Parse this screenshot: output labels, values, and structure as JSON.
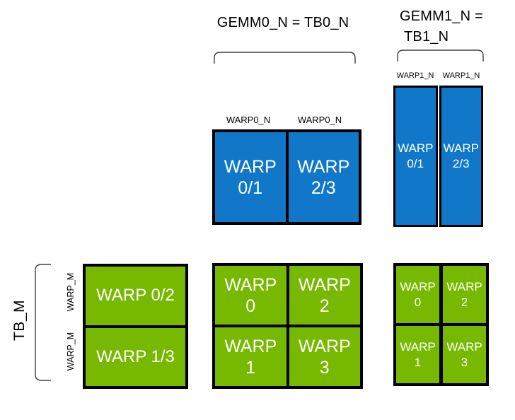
{
  "diagram": {
    "title_gemm0": "GEMM0_N = TB0_N",
    "title_gemm1_line1": "GEMM1_N =",
    "title_gemm1_line2": "TB1_N",
    "tb_m_label": "TB_M",
    "colors": {
      "blue": "#1177C8",
      "green": "#76B900",
      "outline": "#000000",
      "bracket": "#404040",
      "box_text": "#FFFFFF",
      "label_text": "#000000"
    },
    "column_labels": {
      "warp0_n": [
        "WARP0_N",
        "WARP0_N"
      ],
      "warp1_n": [
        "WARP1_N",
        "WARP1_N"
      ]
    },
    "row_labels": {
      "warp_m": [
        "WARP_M",
        "WARP_M"
      ]
    },
    "blue_wide_box": {
      "cells": [
        {
          "line1": "WARP",
          "line2": "0/1"
        },
        {
          "line1": "WARP",
          "line2": "2/3"
        }
      ]
    },
    "blue_tall_boxes": {
      "cells": [
        {
          "line1": "WARP",
          "line2": "0/1"
        },
        {
          "line1": "WARP",
          "line2": "2/3"
        }
      ]
    },
    "green_left_box": {
      "rows": [
        "WARP 0/2",
        "WARP 1/3"
      ]
    },
    "green_center_grid": {
      "cells": [
        {
          "line1": "WARP",
          "line2": "0"
        },
        {
          "line1": "WARP",
          "line2": "2"
        },
        {
          "line1": "WARP",
          "line2": "1"
        },
        {
          "line1": "WARP",
          "line2": "3"
        }
      ]
    },
    "green_right_grid": {
      "cells": [
        {
          "line1": "WARP",
          "line2": "0"
        },
        {
          "line1": "WARP",
          "line2": "2"
        },
        {
          "line1": "WARP",
          "line2": "1"
        },
        {
          "line1": "WARP",
          "line2": "3"
        }
      ]
    }
  }
}
